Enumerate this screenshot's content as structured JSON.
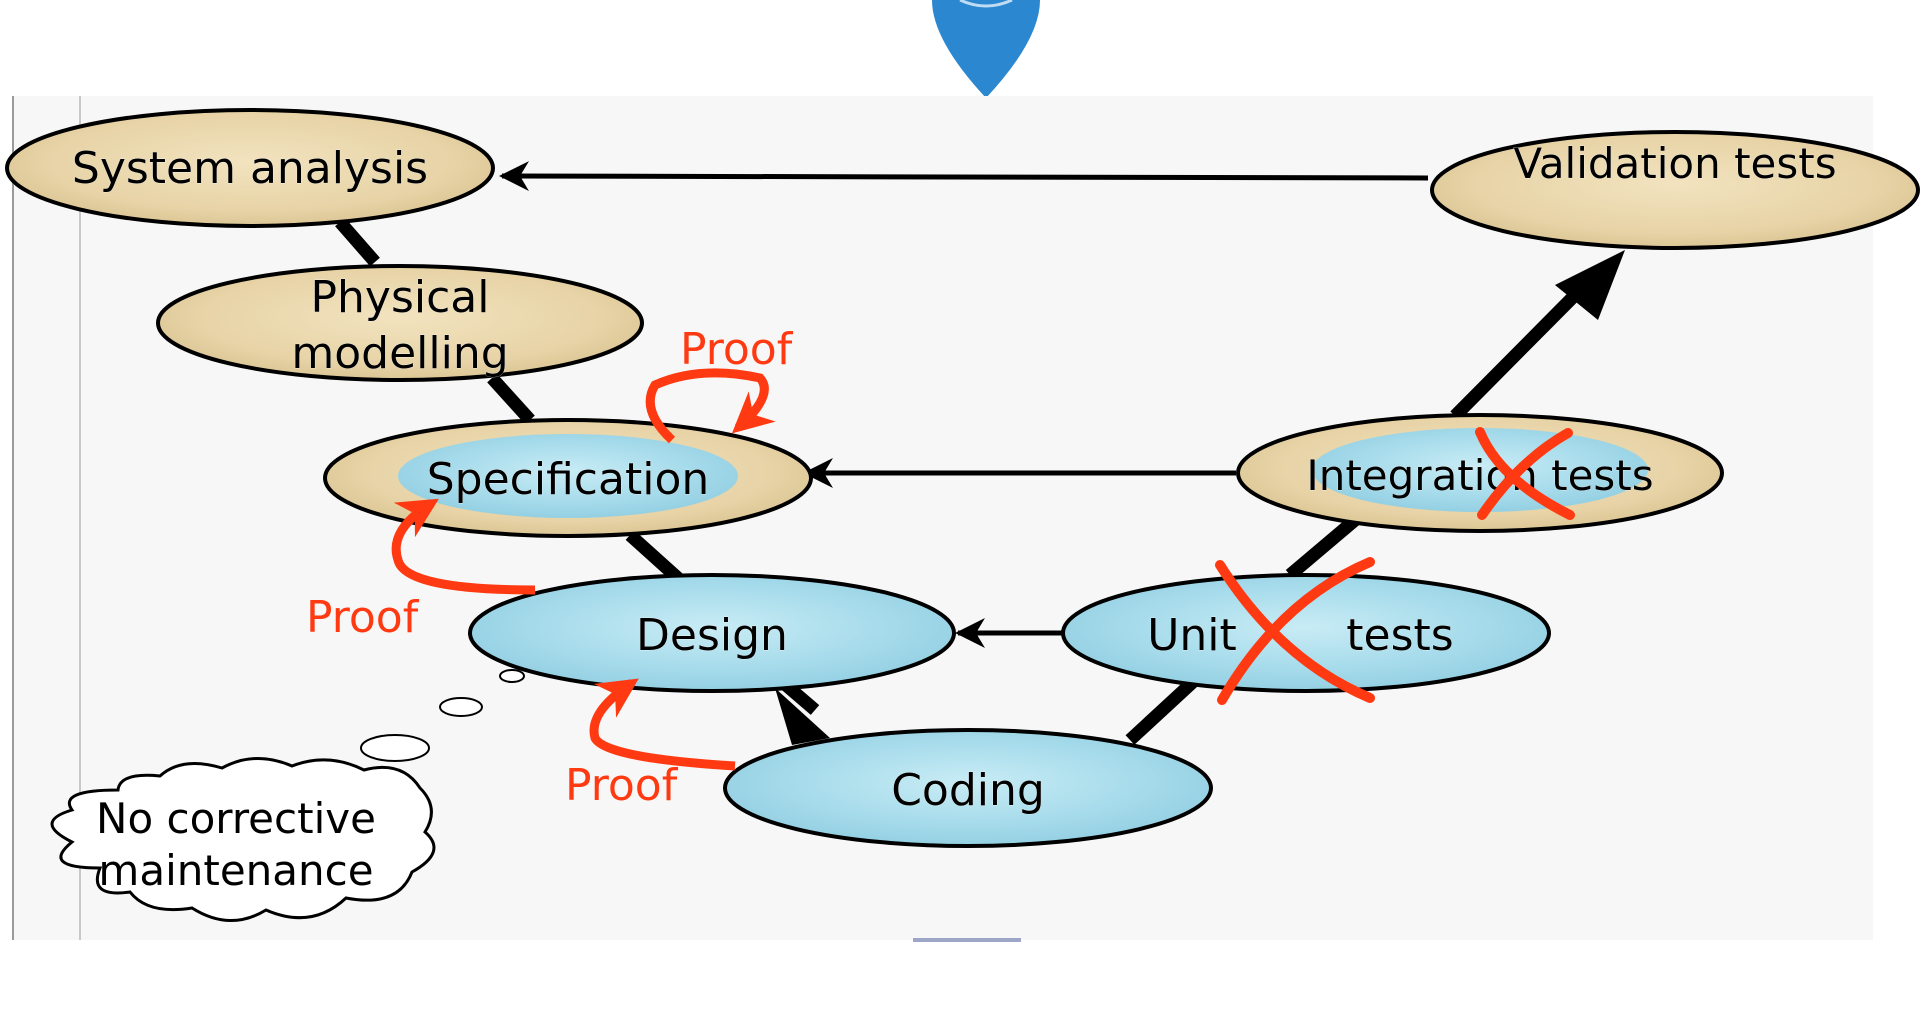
{
  "diagram": {
    "nodes": {
      "system_analysis": "System analysis",
      "physical_modelling_line1": "Physical",
      "physical_modelling_line2": "modelling",
      "specification": "Specification",
      "design": "Design",
      "coding": "Coding",
      "unit_tests_word1": "Unit",
      "unit_tests_word2": "tests",
      "integration_tests": "Integration tests",
      "validation_tests": "Validation tests"
    },
    "proof_labels": {
      "specification_self": "Proof",
      "design_to_specification": "Proof",
      "coding_to_design": "Proof"
    },
    "callout": {
      "line1": "No corrective",
      "line2": "maintenance"
    },
    "colors": {
      "tan_node": "#ecd9b0",
      "water_node": "#aee0ee",
      "proof": "#ff3a12",
      "cross": "#ff3a12",
      "pin": "#2a87d0",
      "panel": "#f7f7f7"
    }
  }
}
